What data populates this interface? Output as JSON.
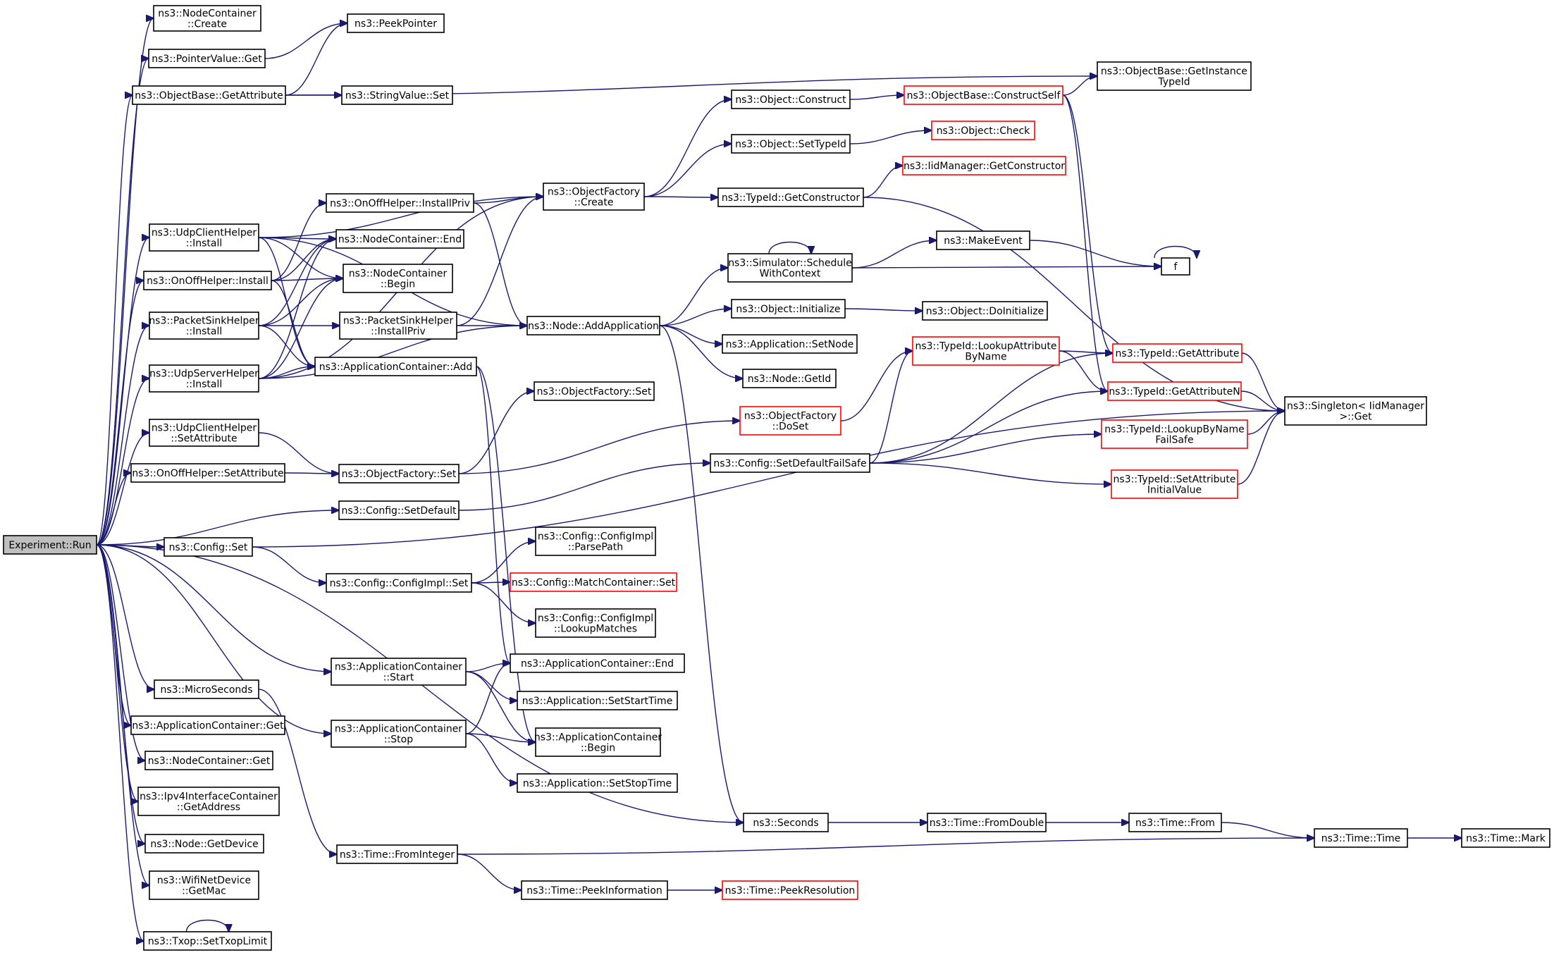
{
  "graph": {
    "nodes": [
      {
        "id": "run",
        "lines": [
          "Experiment::Run"
        ],
        "style": "root"
      },
      {
        "id": "nc_create",
        "lines": [
          "ns3::NodeContainer",
          "::Create"
        ],
        "style": "black"
      },
      {
        "id": "pv_get",
        "lines": [
          "ns3::PointerValue::Get"
        ],
        "style": "black"
      },
      {
        "id": "peekptr",
        "lines": [
          "ns3::PeekPointer"
        ],
        "style": "black"
      },
      {
        "id": "ob_getattr",
        "lines": [
          "ns3::ObjectBase::GetAttribute"
        ],
        "style": "black"
      },
      {
        "id": "sv_set",
        "lines": [
          "ns3::StringValue::Set"
        ],
        "style": "black"
      },
      {
        "id": "ob_getinst",
        "lines": [
          "ns3::ObjectBase::GetInstance",
          "TypeId"
        ],
        "style": "black"
      },
      {
        "id": "obj_construct",
        "lines": [
          "ns3::Object::Construct"
        ],
        "style": "black"
      },
      {
        "id": "ob_constructself",
        "lines": [
          "ns3::ObjectBase::ConstructSelf"
        ],
        "style": "red"
      },
      {
        "id": "obj_settypeid",
        "lines": [
          "ns3::Object::SetTypeId"
        ],
        "style": "black"
      },
      {
        "id": "obj_check",
        "lines": [
          "ns3::Object::Check"
        ],
        "style": "red"
      },
      {
        "id": "iid_getctor",
        "lines": [
          "ns3::IidManager::GetConstructor"
        ],
        "style": "red"
      },
      {
        "id": "of_create",
        "lines": [
          "ns3::ObjectFactory",
          "::Create"
        ],
        "style": "black"
      },
      {
        "id": "tid_getctor",
        "lines": [
          "ns3::TypeId::GetConstructor"
        ],
        "style": "black"
      },
      {
        "id": "onoff_installpriv",
        "lines": [
          "ns3::OnOffHelper::InstallPriv"
        ],
        "style": "black"
      },
      {
        "id": "udpc_install",
        "lines": [
          "ns3::UdpClientHelper",
          "::Install"
        ],
        "style": "black"
      },
      {
        "id": "nc_end",
        "lines": [
          "ns3::NodeContainer::End"
        ],
        "style": "black"
      },
      {
        "id": "onoff_install",
        "lines": [
          "ns3::OnOffHelper::Install"
        ],
        "style": "black"
      },
      {
        "id": "nc_begin",
        "lines": [
          "ns3::NodeContainer",
          "::Begin"
        ],
        "style": "black"
      },
      {
        "id": "sim_schedule",
        "lines": [
          "ns3::Simulator::Schedule",
          "WithContext"
        ],
        "style": "black"
      },
      {
        "id": "makeevent",
        "lines": [
          "ns3::MakeEvent"
        ],
        "style": "black"
      },
      {
        "id": "f",
        "lines": [
          "f"
        ],
        "style": "black"
      },
      {
        "id": "psh_install",
        "lines": [
          "ns3::PacketSinkHelper",
          "::Install"
        ],
        "style": "black"
      },
      {
        "id": "psh_installpriv",
        "lines": [
          "ns3::PacketSinkHelper",
          "::InstallPriv"
        ],
        "style": "black"
      },
      {
        "id": "node_addapp",
        "lines": [
          "ns3::Node::AddApplication"
        ],
        "style": "black"
      },
      {
        "id": "obj_init",
        "lines": [
          "ns3::Object::Initialize"
        ],
        "style": "black"
      },
      {
        "id": "obj_doinit",
        "lines": [
          "ns3::Object::DoInitialize"
        ],
        "style": "black"
      },
      {
        "id": "app_setnode",
        "lines": [
          "ns3::Application::SetNode"
        ],
        "style": "black"
      },
      {
        "id": "tid_lookupattr",
        "lines": [
          "ns3::TypeId::LookupAttribute",
          "ByName"
        ],
        "style": "red"
      },
      {
        "id": "tid_getattr",
        "lines": [
          "ns3::TypeId::GetAttribute"
        ],
        "style": "red"
      },
      {
        "id": "udps_install",
        "lines": [
          "ns3::UdpServerHelper",
          "::Install"
        ],
        "style": "black"
      },
      {
        "id": "ac_add",
        "lines": [
          "ns3::ApplicationContainer::Add"
        ],
        "style": "black"
      },
      {
        "id": "node_getid",
        "lines": [
          "ns3::Node::GetId"
        ],
        "style": "black"
      },
      {
        "id": "tid_getattrn",
        "lines": [
          "ns3::TypeId::GetAttributeN"
        ],
        "style": "red"
      },
      {
        "id": "of_set",
        "lines": [
          "ns3::ObjectFactory::Set"
        ],
        "style": "black"
      },
      {
        "id": "singleton_get",
        "lines": [
          "ns3::Singleton< IidManager",
          ">::Get"
        ],
        "style": "black"
      },
      {
        "id": "of_doset",
        "lines": [
          "ns3::ObjectFactory",
          "::DoSet"
        ],
        "style": "red"
      },
      {
        "id": "tid_lookupbyname",
        "lines": [
          "ns3::TypeId::LookupByName",
          "FailSafe"
        ],
        "style": "red"
      },
      {
        "id": "udpc_setattr",
        "lines": [
          "ns3::UdpClientHelper",
          "::SetAttribute"
        ],
        "style": "black"
      },
      {
        "id": "cfg_setdefaultfs",
        "lines": [
          "ns3::Config::SetDefaultFailSafe"
        ],
        "style": "black"
      },
      {
        "id": "onoff_setattr",
        "lines": [
          "ns3::OnOffHelper::SetAttribute"
        ],
        "style": "black"
      },
      {
        "id": "of_set2",
        "lines": [
          "ns3::ObjectFactory::Set"
        ],
        "style": "black"
      },
      {
        "id": "tid_setattrinit",
        "lines": [
          "ns3::TypeId::SetAttribute",
          "InitialValue"
        ],
        "style": "red"
      },
      {
        "id": "cfg_setdefault",
        "lines": [
          "ns3::Config::SetDefault"
        ],
        "style": "black"
      },
      {
        "id": "cfg_set",
        "lines": [
          "ns3::Config::Set"
        ],
        "style": "black"
      },
      {
        "id": "cfgimpl_parsepath",
        "lines": [
          "ns3::Config::ConfigImpl",
          "::ParsePath"
        ],
        "style": "black"
      },
      {
        "id": "cfgimpl_set",
        "lines": [
          "ns3::Config::ConfigImpl::Set"
        ],
        "style": "black"
      },
      {
        "id": "cfg_matchset",
        "lines": [
          "ns3::Config::MatchContainer::Set"
        ],
        "style": "red"
      },
      {
        "id": "cfgimpl_lookup",
        "lines": [
          "ns3::Config::ConfigImpl",
          "::LookupMatches"
        ],
        "style": "black"
      },
      {
        "id": "ac_start",
        "lines": [
          "ns3::ApplicationContainer",
          "::Start"
        ],
        "style": "black"
      },
      {
        "id": "ac_end",
        "lines": [
          "ns3::ApplicationContainer::End"
        ],
        "style": "black"
      },
      {
        "id": "microseconds",
        "lines": [
          "ns3::MicroSeconds"
        ],
        "style": "black"
      },
      {
        "id": "app_setstart",
        "lines": [
          "ns3::Application::SetStartTime"
        ],
        "style": "black"
      },
      {
        "id": "ac_get",
        "lines": [
          "ns3::ApplicationContainer::Get"
        ],
        "style": "black"
      },
      {
        "id": "ac_stop",
        "lines": [
          "ns3::ApplicationContainer",
          "::Stop"
        ],
        "style": "black"
      },
      {
        "id": "ac_begin",
        "lines": [
          "ns3::ApplicationContainer",
          "::Begin"
        ],
        "style": "black"
      },
      {
        "id": "nc_get",
        "lines": [
          "ns3::NodeContainer::Get"
        ],
        "style": "black"
      },
      {
        "id": "app_setstop",
        "lines": [
          "ns3::Application::SetStopTime"
        ],
        "style": "black"
      },
      {
        "id": "ipv4_getaddr",
        "lines": [
          "ns3::Ipv4InterfaceContainer",
          "::GetAddress"
        ],
        "style": "black"
      },
      {
        "id": "seconds",
        "lines": [
          "ns3::Seconds"
        ],
        "style": "black"
      },
      {
        "id": "time_fromdouble",
        "lines": [
          "ns3::Time::FromDouble"
        ],
        "style": "black"
      },
      {
        "id": "time_from",
        "lines": [
          "ns3::Time::From"
        ],
        "style": "black"
      },
      {
        "id": "node_getdevice",
        "lines": [
          "ns3::Node::GetDevice"
        ],
        "style": "black"
      },
      {
        "id": "time_time",
        "lines": [
          "ns3::Time::Time"
        ],
        "style": "black"
      },
      {
        "id": "time_mark",
        "lines": [
          "ns3::Time::Mark"
        ],
        "style": "black"
      },
      {
        "id": "time_fromint",
        "lines": [
          "ns3::Time::FromInteger"
        ],
        "style": "black"
      },
      {
        "id": "wifi_getmac",
        "lines": [
          "ns3::WifiNetDevice",
          "::GetMac"
        ],
        "style": "black"
      },
      {
        "id": "time_peekinfo",
        "lines": [
          "ns3::Time::PeekInformation"
        ],
        "style": "black"
      },
      {
        "id": "time_peekres",
        "lines": [
          "ns3::Time::PeekResolution"
        ],
        "style": "red"
      },
      {
        "id": "txop_setlimit",
        "lines": [
          "ns3::Txop::SetTxopLimit"
        ],
        "style": "black"
      }
    ],
    "edges": [
      [
        "run",
        "nc_create"
      ],
      [
        "run",
        "pv_get"
      ],
      [
        "run",
        "ob_getattr"
      ],
      [
        "run",
        "udpc_install"
      ],
      [
        "run",
        "onoff_install"
      ],
      [
        "run",
        "psh_install"
      ],
      [
        "run",
        "udps_install"
      ],
      [
        "run",
        "udpc_setattr"
      ],
      [
        "run",
        "onoff_setattr"
      ],
      [
        "run",
        "cfg_setdefault"
      ],
      [
        "run",
        "cfg_set"
      ],
      [
        "run",
        "ac_start"
      ],
      [
        "run",
        "microseconds"
      ],
      [
        "run",
        "ac_get"
      ],
      [
        "run",
        "ac_stop"
      ],
      [
        "run",
        "nc_get"
      ],
      [
        "run",
        "ipv4_getaddr"
      ],
      [
        "run",
        "seconds"
      ],
      [
        "run",
        "node_getdevice"
      ],
      [
        "run",
        "wifi_getmac"
      ],
      [
        "run",
        "txop_setlimit"
      ],
      [
        "pv_get",
        "peekptr"
      ],
      [
        "ob_getattr",
        "peekptr"
      ],
      [
        "ob_getattr",
        "sv_set"
      ],
      [
        "ob_getattr",
        "ob_getinst"
      ],
      [
        "obj_construct",
        "ob_constructself"
      ],
      [
        "ob_constructself",
        "ob_getinst"
      ],
      [
        "ob_constructself",
        "tid_getattr"
      ],
      [
        "ob_constructself",
        "tid_getattrn"
      ],
      [
        "obj_settypeid",
        "obj_check"
      ],
      [
        "tid_getctor",
        "iid_getctor"
      ],
      [
        "tid_getctor",
        "singleton_get"
      ],
      [
        "of_create",
        "obj_construct"
      ],
      [
        "of_create",
        "obj_settypeid"
      ],
      [
        "of_create",
        "tid_getctor"
      ],
      [
        "onoff_installpriv",
        "of_create"
      ],
      [
        "onoff_installpriv",
        "node_addapp"
      ],
      [
        "udpc_install",
        "of_create"
      ],
      [
        "udpc_install",
        "node_addapp"
      ],
      [
        "udpc_install",
        "nc_end"
      ],
      [
        "udpc_install",
        "nc_begin"
      ],
      [
        "udpc_install",
        "ac_add"
      ],
      [
        "onoff_install",
        "onoff_installpriv"
      ],
      [
        "onoff_install",
        "nc_end"
      ],
      [
        "onoff_install",
        "nc_begin"
      ],
      [
        "onoff_install",
        "ac_add"
      ],
      [
        "psh_install",
        "psh_installpriv"
      ],
      [
        "psh_install",
        "nc_end"
      ],
      [
        "psh_install",
        "nc_begin"
      ],
      [
        "psh_install",
        "ac_add"
      ],
      [
        "psh_installpriv",
        "of_create"
      ],
      [
        "psh_installpriv",
        "node_addapp"
      ],
      [
        "udps_install",
        "ac_add"
      ],
      [
        "udps_install",
        "nc_end"
      ],
      [
        "udps_install",
        "nc_begin"
      ],
      [
        "udps_install",
        "of_create"
      ],
      [
        "udps_install",
        "node_addapp"
      ],
      [
        "node_addapp",
        "sim_schedule"
      ],
      [
        "node_addapp",
        "obj_init"
      ],
      [
        "node_addapp",
        "app_setnode"
      ],
      [
        "node_addapp",
        "node_getid"
      ],
      [
        "node_addapp",
        "seconds"
      ],
      [
        "sim_schedule",
        "sim_schedule"
      ],
      [
        "sim_schedule",
        "makeevent"
      ],
      [
        "sim_schedule",
        "f"
      ],
      [
        "makeevent",
        "f"
      ],
      [
        "f",
        "f"
      ],
      [
        "obj_init",
        "obj_doinit"
      ],
      [
        "tid_lookupattr",
        "tid_getattr"
      ],
      [
        "tid_lookupattr",
        "tid_getattrn"
      ],
      [
        "tid_getattr",
        "singleton_get"
      ],
      [
        "tid_getattrn",
        "singleton_get"
      ],
      [
        "tid_lookupbyname",
        "singleton_get"
      ],
      [
        "tid_setattrinit",
        "singleton_get"
      ],
      [
        "ac_add",
        "ac_end"
      ],
      [
        "ac_add",
        "ac_begin"
      ],
      [
        "udpc_setattr",
        "of_set2"
      ],
      [
        "onoff_setattr",
        "of_set2"
      ],
      [
        "of_set2",
        "of_set"
      ],
      [
        "of_set2",
        "of_doset"
      ],
      [
        "of_doset",
        "tid_lookupattr"
      ],
      [
        "cfg_setdefault",
        "cfg_setdefaultfs"
      ],
      [
        "cfg_setdefaultfs",
        "tid_lookupattr"
      ],
      [
        "cfg_setdefaultfs",
        "tid_getattr"
      ],
      [
        "cfg_setdefaultfs",
        "tid_getattrn"
      ],
      [
        "cfg_setdefaultfs",
        "tid_lookupbyname"
      ],
      [
        "cfg_setdefaultfs",
        "tid_setattrinit"
      ],
      [
        "cfg_set",
        "cfgimpl_set"
      ],
      [
        "cfg_set",
        "singleton_get"
      ],
      [
        "cfgimpl_set",
        "cfgimpl_parsepath"
      ],
      [
        "cfgimpl_set",
        "cfg_matchset"
      ],
      [
        "cfgimpl_set",
        "cfgimpl_lookup"
      ],
      [
        "ac_start",
        "ac_end"
      ],
      [
        "ac_start",
        "app_setstart"
      ],
      [
        "ac_start",
        "ac_begin"
      ],
      [
        "ac_stop",
        "ac_end"
      ],
      [
        "ac_stop",
        "ac_begin"
      ],
      [
        "ac_stop",
        "app_setstop"
      ],
      [
        "microseconds",
        "time_fromint"
      ],
      [
        "seconds",
        "time_fromdouble"
      ],
      [
        "time_fromdouble",
        "time_from"
      ],
      [
        "time_from",
        "time_time"
      ],
      [
        "time_time",
        "time_mark"
      ],
      [
        "time_fromint",
        "time_time"
      ],
      [
        "time_fromint",
        "time_peekinfo"
      ],
      [
        "time_peekinfo",
        "time_peekres"
      ],
      [
        "txop_setlimit",
        "txop_setlimit"
      ]
    ]
  }
}
